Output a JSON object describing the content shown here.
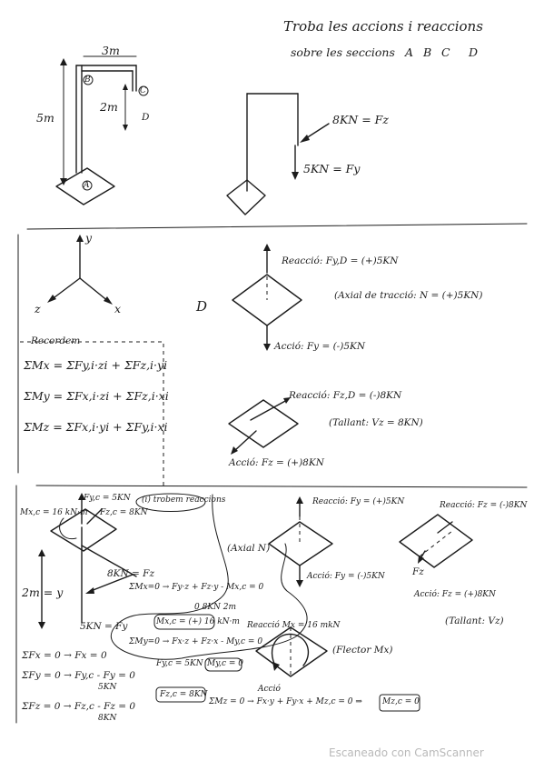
{
  "header": {
    "line1": "Troba les accions i reaccions",
    "line2": "sobre les seccions",
    "sections": [
      "A",
      "B",
      "C",
      "D"
    ]
  },
  "frame": {
    "span": "3m",
    "height": "5m",
    "offset": "2m",
    "points": {
      "a": "A",
      "b": "B",
      "c": "C",
      "d": "D"
    }
  },
  "loads": {
    "fz": "8KN = Fz",
    "fy": "5KN = Fy"
  },
  "axes": {
    "y": "y",
    "z": "z",
    "x": "x"
  },
  "section_d": {
    "label": "D",
    "reaction_axial": "Reacció: Fy,D = (+)5KN",
    "axial_note": "(Axial de tracció: N = (+)5KN)",
    "action_axial": "Acció: Fy = (-)5KN",
    "reaction_shear": "Reacció: Fz,D = (-)8KN",
    "shear_note": "(Tallant: Vz = 8KN)",
    "action_shear": "Acció: Fz = (+)8KN"
  },
  "reminder": {
    "title": "Recordem",
    "mx": "ΣMx = ΣFy,i·zi + ΣFz,i·yi",
    "my": "ΣMy = ΣFx,i·zi + ΣFz,i·xi",
    "mz": "ΣMz = ΣFx,i·yi + ΣFy,i·xi"
  },
  "section_c": {
    "m_label": "Mx,c = 16 kN·m",
    "fyc_label": "Fy,c = 5KN",
    "fzc_label": "Fz,c = 8KN",
    "note": "(i) trobem reaccions",
    "fz_load": "8KN = Fz",
    "dim": "2m = y",
    "fy_load": "5KN = Fy",
    "eq_mx": "ΣMx=0 → Fy·z + Fz·y - Mx,c = 0",
    "eq_mx_sub": "0  8KN  2m",
    "mxc_value": "Mx,c = (+) 16 kN·m",
    "eq_my": "ΣMy=0 → Fx·z + Fz·x - My,c = 0",
    "myc": "My,c = 0",
    "eq_fx": "ΣFx = 0 → Fx = 0",
    "eq_fy": "ΣFy = 0 → Fy,c - Fy = 0",
    "eq_fy_sub": "5KN",
    "fyc_box": "Fy,c = 5KN",
    "eq_fz": "ΣFz = 0 → Fz,c - Fz = 0",
    "eq_fz_sub": "8KN",
    "fzc_box": "Fz,c = 8KN",
    "eq_mz": "ΣMz = 0 → Fx·y + Fy·x + Mz,c = 0 ⇒",
    "mzc_box": "Mz,c = 0",
    "reaction_axial": "Reacció: Fy = (+)5KN",
    "axial_tag": "(Axial N)",
    "action_axial": "Acció: Fy = (-)5KN",
    "reaction_moment": "Reacció Mx = 16 mkN",
    "moment_tag": "(Flector Mx)",
    "action_moment": "Acció",
    "reaction_shear": "Reacció: Fz = (-)8KN",
    "shear_fz": "Fz",
    "action_shear": "Acció: Fz = (+)8KN",
    "shear_tag": "(Tallant: Vz)"
  },
  "watermark": "Escaneado con CamScanner"
}
